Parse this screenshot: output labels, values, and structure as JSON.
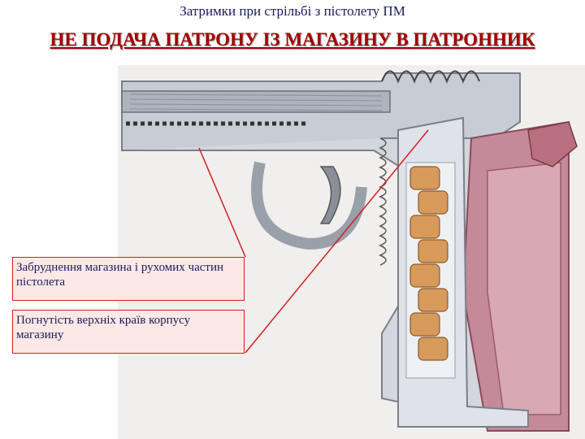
{
  "header": {
    "title": "Затримки при стрільбі з пістолету ПМ",
    "subtitle": "НЕ ПОДАЧА ПАТРОНУ ІЗ МАГАЗИНУ В ПАТРОННИК"
  },
  "callouts": [
    {
      "text": "Забруднення магазина і рухомих частин пістолета"
    },
    {
      "text": "Погнутість верхніх країв корпусу магазину"
    }
  ],
  "colors": {
    "title": "#1a1a5e",
    "subtitle": "#a00000",
    "callout_border": "#d02020",
    "callout_fill": "#fce9e6",
    "pointer_line": "#d02020",
    "metal": "#c8ccd4",
    "grip": "#c48a9a",
    "cartridge": "#d89a5a"
  }
}
